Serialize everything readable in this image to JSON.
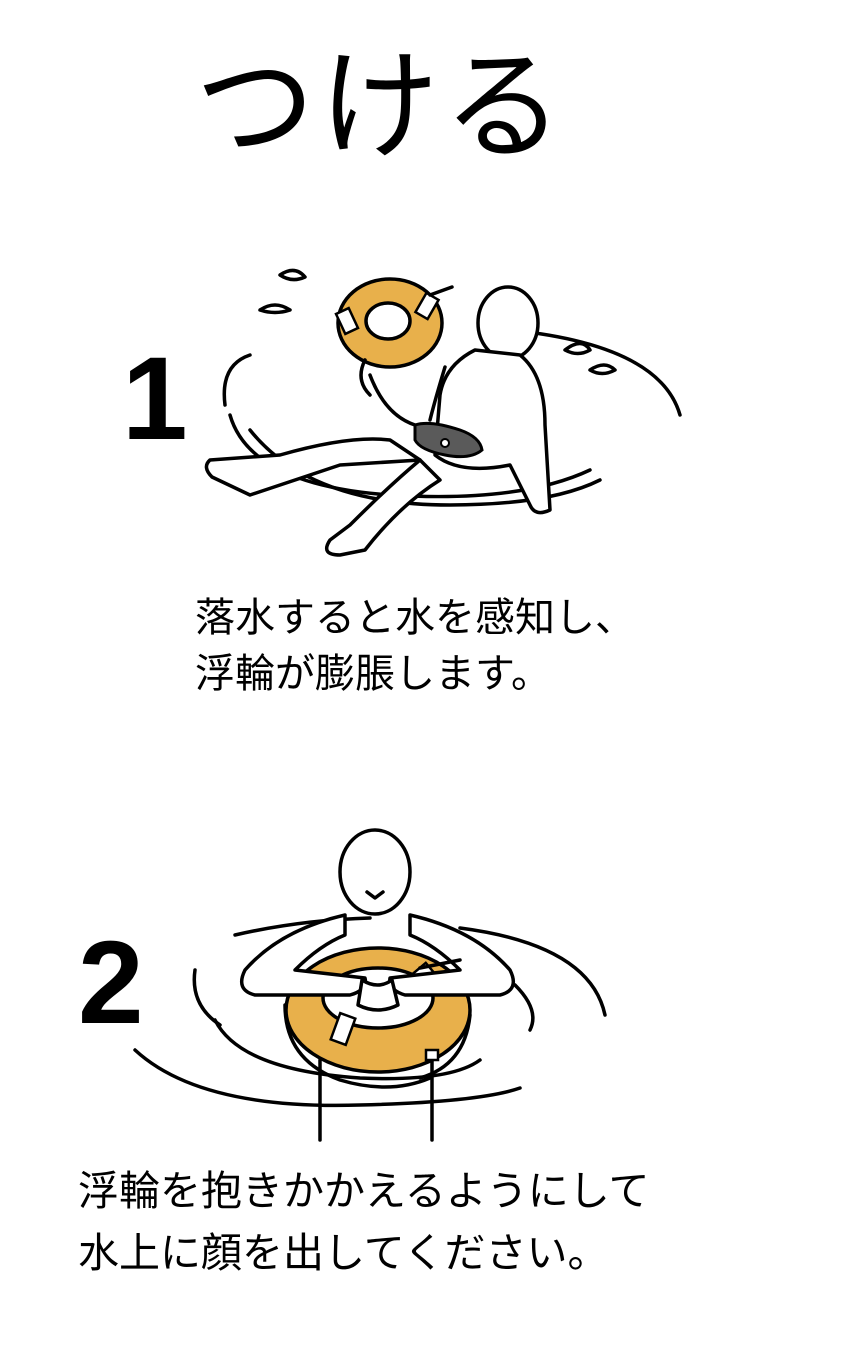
{
  "title": "つける",
  "steps": [
    {
      "number": "1",
      "caption_lines": [
        "落水すると水を感知し、",
        "浮輪が膨脹します。"
      ]
    },
    {
      "number": "2",
      "caption_lines": [
        "浮輪を抱きかかえるようにして",
        "水上に顔を出してください。"
      ]
    }
  ],
  "colors": {
    "ring": "#E8B04B",
    "ink": "#000000",
    "background": "#FFFFFF",
    "belt": "#5A5A5A"
  }
}
